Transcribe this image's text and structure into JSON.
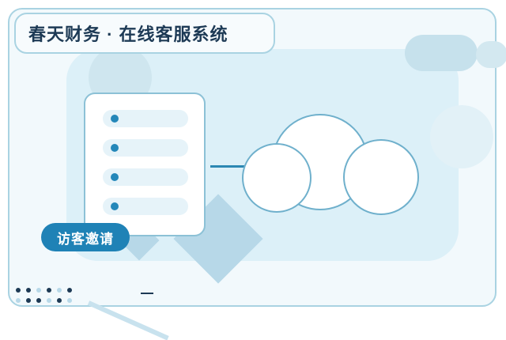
{
  "window": {
    "title": "春天财务 · 在线客服系统"
  },
  "badge": {
    "label": "访客邀请"
  },
  "colors": {
    "accent": "#1f82b6",
    "title_text": "#1d3a55",
    "panel": "#dcf0f8",
    "border": "#a9d3e2"
  },
  "illustration": {
    "list_rows": 4,
    "icons": [
      "document-list-icon",
      "cloud-icon"
    ]
  }
}
